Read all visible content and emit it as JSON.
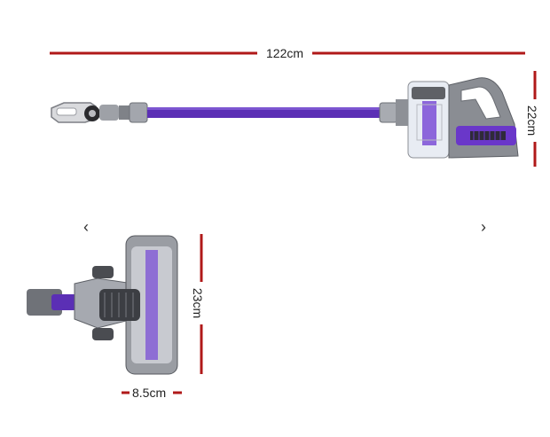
{
  "gallery": {
    "prev_icon": "chevron-left-icon",
    "next_icon": "chevron-right-icon",
    "prev_glyph": "‹",
    "next_glyph": "›"
  },
  "dimensions": {
    "length": "122cm",
    "height": "22cm",
    "head_width": "23cm",
    "head_depth": "8.5cm"
  },
  "colors": {
    "dimension_line": "#b01919",
    "wand": "#5b2fb5",
    "body_grey": "#8a8d93",
    "accent_purple": "#6a37c9"
  }
}
